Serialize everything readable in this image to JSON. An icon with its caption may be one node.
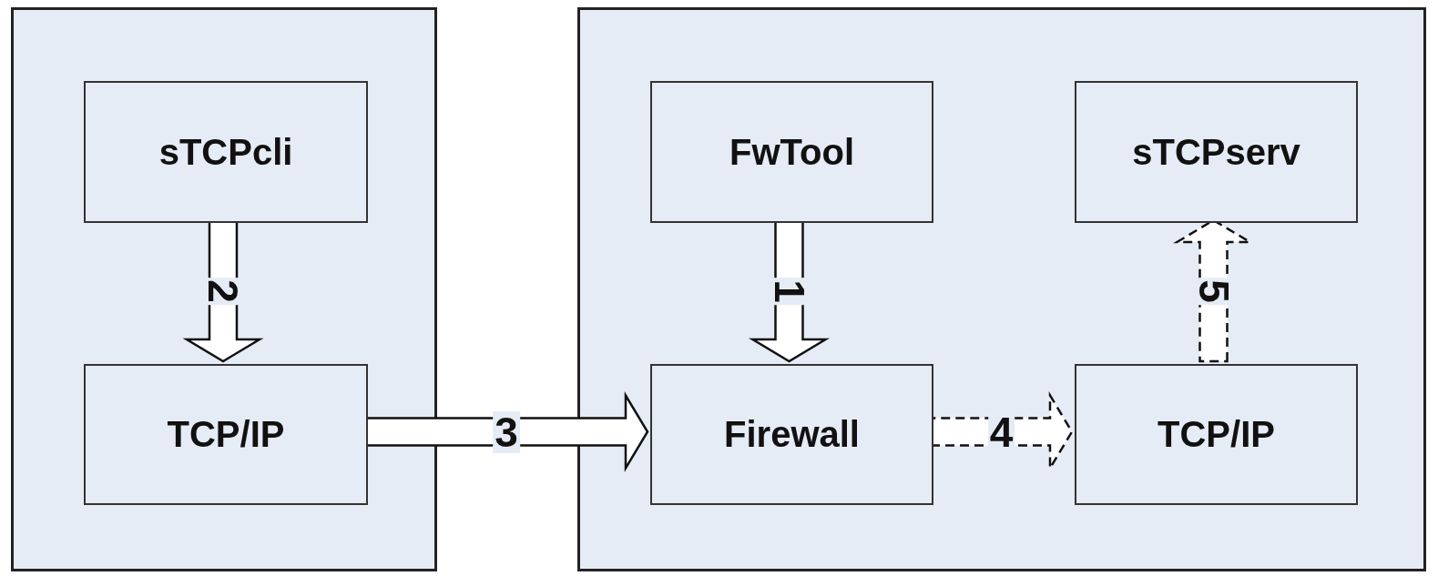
{
  "diagram": {
    "nodes": [
      {
        "text": [],
        "shape": "box"
      },
      {
        "text": [
          "sTCPcli"
        ],
        "in": 0
      },
      {
        "text": [
          "TCP/IP"
        ],
        "in": 0
      },
      {
        "text": [],
        "shape": "box"
      },
      {
        "text": [
          "FwTool"
        ],
        "in": 3
      },
      {
        "text": [
          "sTCPserv"
        ],
        "in": 3
      },
      {
        "text": [
          "Firewall"
        ],
        "in": 3
      },
      {
        "text": [
          "TCP/IP"
        ],
        "in": 3
      }
    ],
    "edges": [
      {
        "from": 1,
        "to": 2,
        "arrow": "to",
        "label": "2"
      },
      {
        "from": 2,
        "to": 6,
        "arrow": "to",
        "label": "3"
      },
      {
        "from": 4,
        "to": 6,
        "arrow": "to",
        "label": "1"
      },
      {
        "from": 6,
        "to": 7,
        "arrow": "to",
        "label": "4",
        "style": "dashed"
      },
      {
        "from": 7,
        "to": 5,
        "arrow": "to",
        "label": "5",
        "style": "dashed"
      }
    ]
  }
}
